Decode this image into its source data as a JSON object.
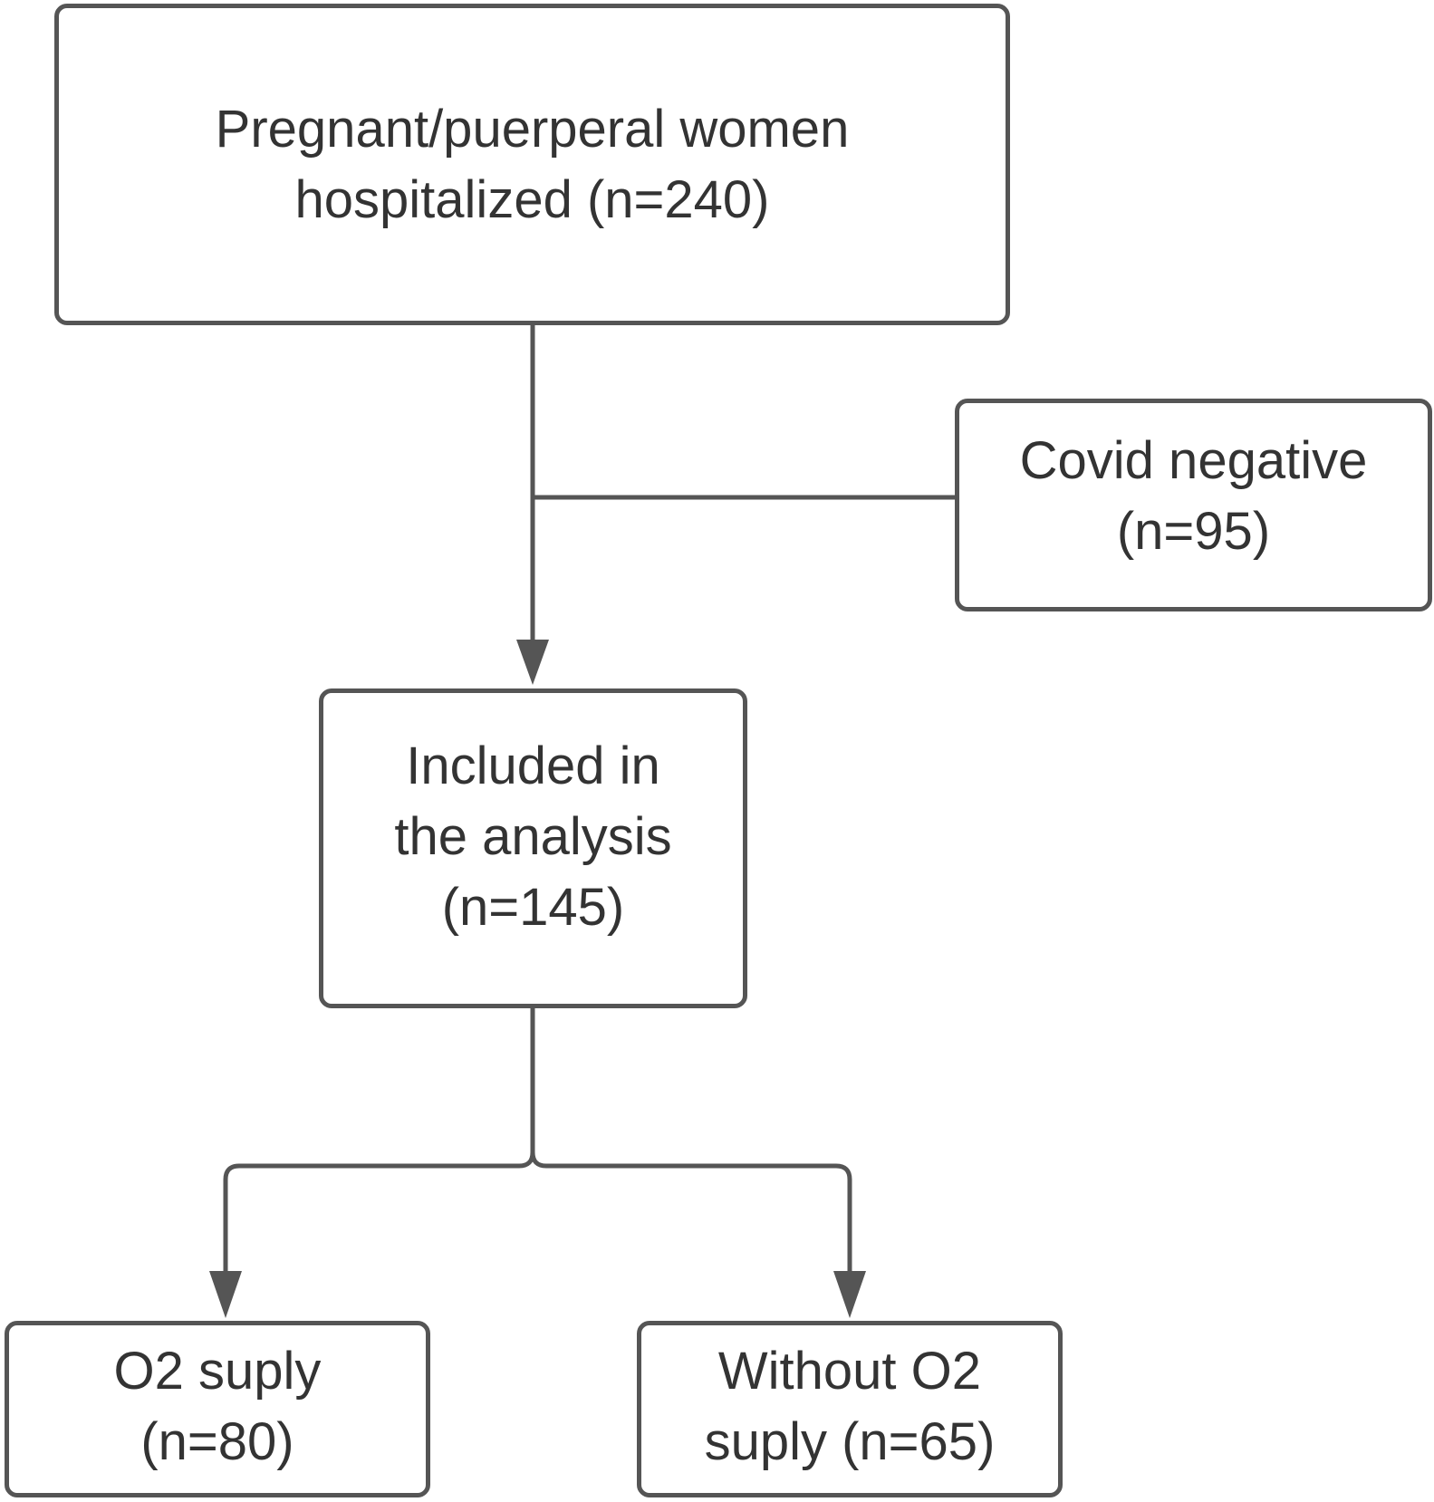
{
  "colors": {
    "stroke": "#555555",
    "text": "#333333",
    "background": "#ffffff"
  },
  "boxes": {
    "hospitalized": {
      "line1": "Pregnant/puerperal women",
      "line2": "hospitalized (n=240)"
    },
    "covid_negative": {
      "line1": "Covid negative",
      "line2": "(n=95)"
    },
    "included": {
      "line1": "Included in",
      "line2": "the analysis",
      "line3": "(n=145)"
    },
    "o2_supply": {
      "line1": "O2 suply",
      "line2": "(n=80)"
    },
    "without_o2_supply": {
      "line1": "Without O2",
      "line2": "suply (n=65)"
    }
  }
}
